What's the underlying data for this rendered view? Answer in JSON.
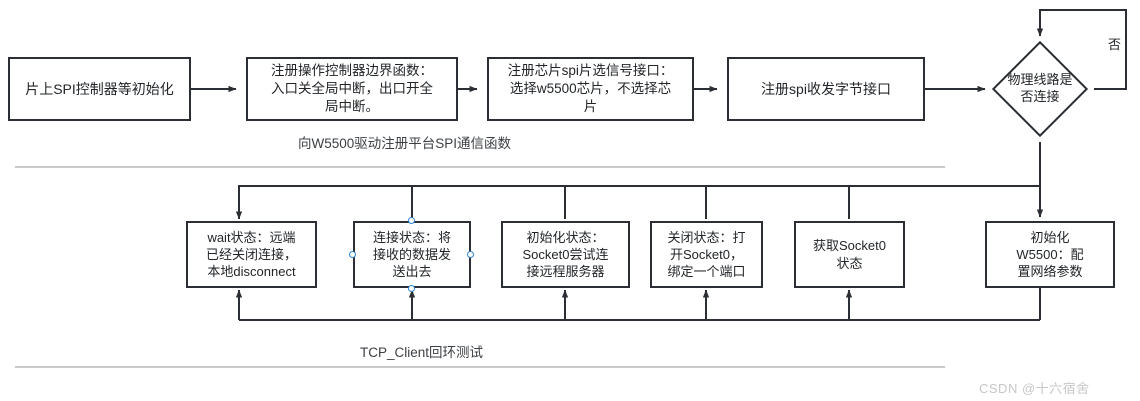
{
  "diagram": {
    "title_watermark": "CSDN @十六宿舍",
    "sections": [
      {
        "caption": "向W5500驱动注册平台SPI通信函数"
      },
      {
        "caption": "TCP_Client回环测试"
      }
    ],
    "top_row": {
      "nodes": [
        {
          "id": "spi-init",
          "label": "片上SPI控制器等初始化"
        },
        {
          "id": "register-boundary",
          "label": "注册操作控制器边界函数：\n入口关全局中断，出口开全\n局中断。"
        },
        {
          "id": "register-cs",
          "label": "注册芯片spi片选信号接口：\n选择w5500芯片，不选择芯\n片"
        },
        {
          "id": "register-rw",
          "label": "注册spi收发字节接口"
        }
      ],
      "decision": {
        "id": "link-check",
        "label": "物理线路是\n否连接"
      },
      "branch_label_no": "否"
    },
    "bottom_row": {
      "nodes": [
        {
          "id": "wait-state",
          "label": "wait状态：远端\n已经关闭连接，\n本地disconnect"
        },
        {
          "id": "connect-state",
          "label": "连接状态：将\n接收的数据发\n送出去"
        },
        {
          "id": "init-state",
          "label": "初始化状态：\nSocket0尝试连\n接远程服务器"
        },
        {
          "id": "close-state",
          "label": "关闭状态：打\n开Socket0，\n绑定一个端口"
        },
        {
          "id": "get-status",
          "label": "获取Socket0\n状态"
        },
        {
          "id": "init-w5500",
          "label": "初始化\nW5500：配\n置网络参数"
        }
      ]
    },
    "colors": {
      "node_border": "#2b2f35",
      "node_text": "#222629",
      "wire": "#2b2f35",
      "divider": "#c9c9c9",
      "handle": "#2f88d8",
      "watermark": "#c7c7c7"
    }
  }
}
